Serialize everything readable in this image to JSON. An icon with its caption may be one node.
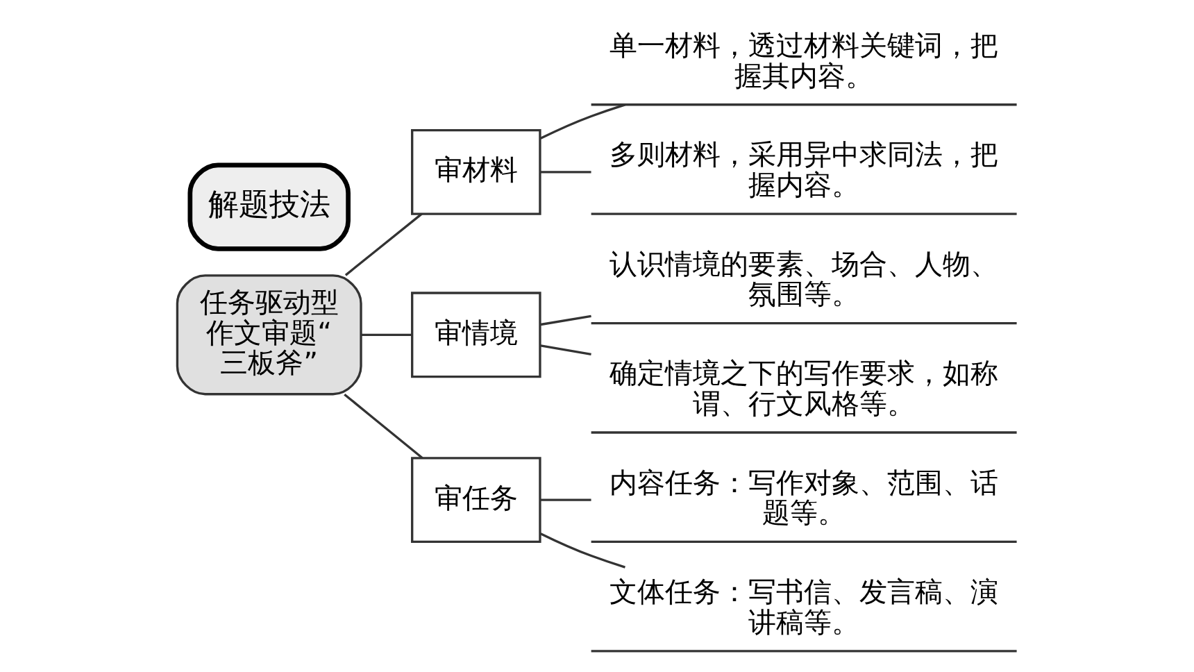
{
  "diagram": {
    "nodes": [
      {
        "text": [
          "任务驱动型作文审题“三板斧”"
        ]
      },
      {
        "text": [
          "审材料"
        ]
      },
      {
        "text": [
          "单一材料，透过材料关键词，把握其内容。"
        ]
      },
      {
        "text": [
          "多则材料，采用异中求同法，把握内容。"
        ]
      },
      {
        "text": [
          "审情境"
        ]
      },
      {
        "text": [
          "认识情境的要素、场合、人物、氛围等。"
        ]
      },
      {
        "text": [
          "确定情境之下的写作要求，如称谓、行文风格等。"
        ]
      },
      {
        "text": [
          "审任务"
        ]
      },
      {
        "text": [
          "内容任务：写作对象、范围、话题等。"
        ]
      },
      {
        "text": [
          "文体任务：写书信、发言稿、演讲稿等。"
        ]
      }
    ],
    "edges": [
      {
        "from": 0,
        "to": 1,
        "arrow": "none"
      },
      {
        "from": 1,
        "to": 2,
        "arrow": "none"
      },
      {
        "from": 1,
        "to": 3,
        "arrow": "none"
      },
      {
        "from": 0,
        "to": 4,
        "arrow": "none"
      },
      {
        "from": 4,
        "to": 5,
        "arrow": "none"
      },
      {
        "from": 4,
        "to": 6,
        "arrow": "none"
      },
      {
        "from": 0,
        "to": 7,
        "arrow": "none"
      },
      {
        "from": 7,
        "to": 8,
        "arrow": "none"
      },
      {
        "from": 7,
        "to": 9,
        "arrow": "none"
      }
    ],
    "labels": [
      "解题技法"
    ]
  }
}
